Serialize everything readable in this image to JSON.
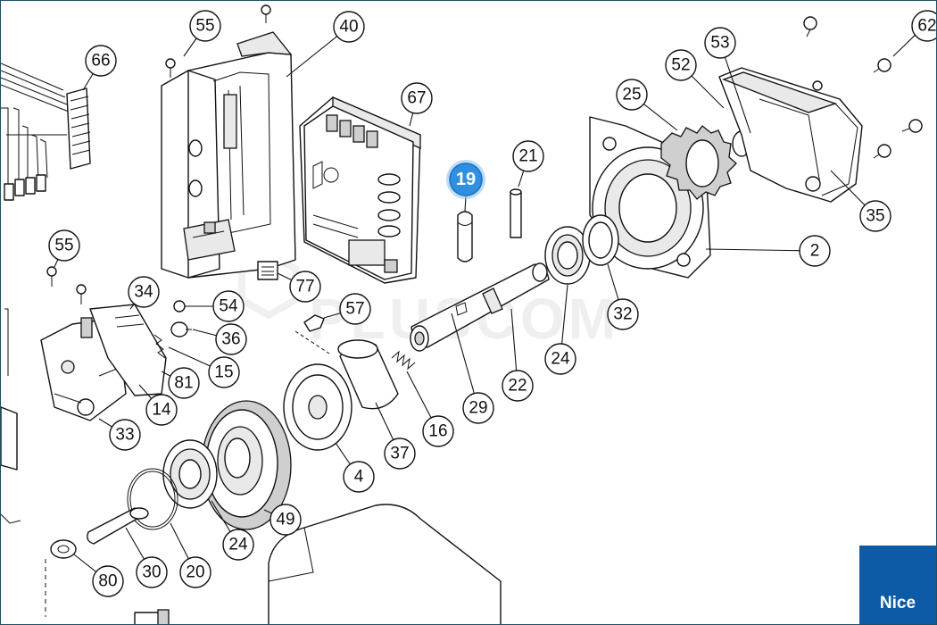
{
  "diagram": {
    "watermark": "PLUSCOM",
    "brand_logo": "Nice",
    "highlighted_part": "19",
    "callouts": [
      {
        "id": "55a",
        "label": "55"
      },
      {
        "id": "40",
        "label": "40"
      },
      {
        "id": "66",
        "label": "66"
      },
      {
        "id": "67",
        "label": "67"
      },
      {
        "id": "21",
        "label": "21"
      },
      {
        "id": "25",
        "label": "25"
      },
      {
        "id": "52",
        "label": "52"
      },
      {
        "id": "53",
        "label": "53"
      },
      {
        "id": "62",
        "label": "62"
      },
      {
        "id": "35",
        "label": "35"
      },
      {
        "id": "2",
        "label": "2"
      },
      {
        "id": "55b",
        "label": "55"
      },
      {
        "id": "77",
        "label": "77"
      },
      {
        "id": "34",
        "label": "34"
      },
      {
        "id": "54",
        "label": "54"
      },
      {
        "id": "57",
        "label": "57"
      },
      {
        "id": "36",
        "label": "36"
      },
      {
        "id": "15",
        "label": "15"
      },
      {
        "id": "81",
        "label": "81"
      },
      {
        "id": "14",
        "label": "14"
      },
      {
        "id": "33",
        "label": "33"
      },
      {
        "id": "32",
        "label": "32"
      },
      {
        "id": "24a",
        "label": "24"
      },
      {
        "id": "22",
        "label": "22"
      },
      {
        "id": "29",
        "label": "29"
      },
      {
        "id": "16",
        "label": "16"
      },
      {
        "id": "37",
        "label": "37"
      },
      {
        "id": "4",
        "label": "4"
      },
      {
        "id": "49",
        "label": "49"
      },
      {
        "id": "24b",
        "label": "24"
      },
      {
        "id": "20",
        "label": "20"
      },
      {
        "id": "30",
        "label": "30"
      },
      {
        "id": "80",
        "label": "80"
      }
    ]
  }
}
